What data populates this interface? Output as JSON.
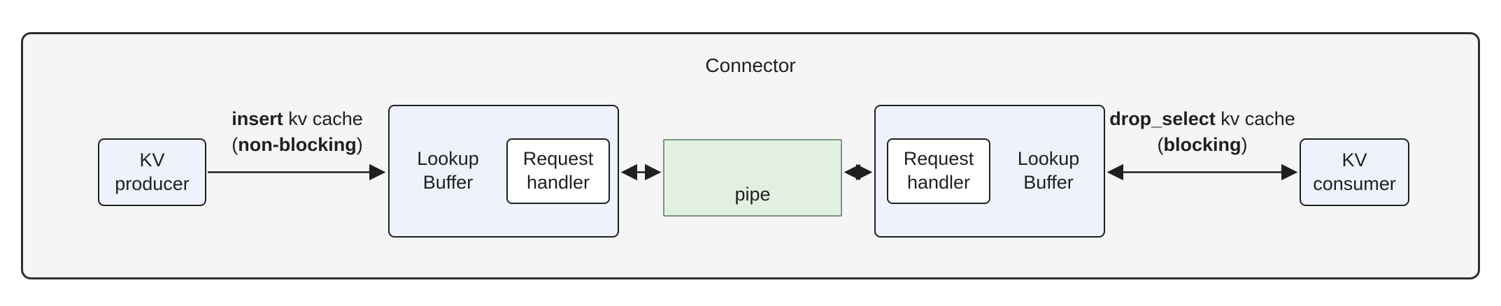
{
  "diagram": {
    "title": "Connector",
    "nodes": {
      "kv_producer": {
        "line1": "KV",
        "line2": "producer"
      },
      "lookup_buffer_left": {
        "line1": "Lookup",
        "line2": "Buffer"
      },
      "request_handler_left": {
        "line1": "Request",
        "line2": "handler"
      },
      "pipe": {
        "label": "pipe"
      },
      "request_handler_right": {
        "line1": "Request",
        "line2": "handler"
      },
      "lookup_buffer_right": {
        "line1": "Lookup",
        "line2": "Buffer"
      },
      "kv_consumer": {
        "line1": "KV",
        "line2": "consumer"
      }
    },
    "edges": {
      "insert": {
        "keyword": "insert",
        "rest": " kv cache",
        "paren_open": "(",
        "emphasis": "non-blocking",
        "paren_close": ")"
      },
      "drop_select": {
        "keyword": "drop_select",
        "rest": " kv cache",
        "paren_open": "(",
        "emphasis": "blocking",
        "paren_close": ")"
      }
    },
    "colors": {
      "canvas_bg": "#ffffff",
      "outer_fill": "#f5f5f5",
      "outer_stroke": "#2e2e2e",
      "node_fill": "#eef2fc",
      "node_stroke": "#1f1f1f",
      "handler_fill": "#ffffff",
      "pipe_fill": "#e2f0e2",
      "pipe_stroke": "#7a967a",
      "arrow": "#1f1f1f",
      "text": "#1f1f1f"
    }
  }
}
